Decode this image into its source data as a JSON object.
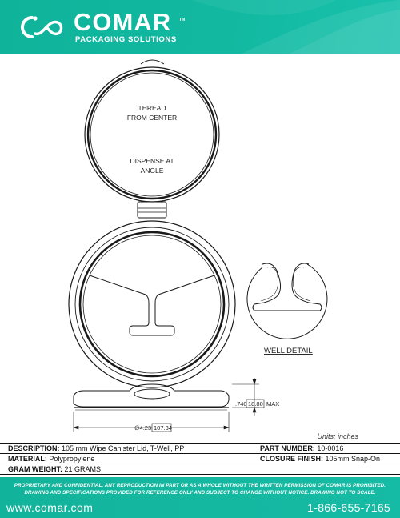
{
  "header": {
    "brand_name": "COMAR",
    "tagline": "PACKAGING SOLUTIONS",
    "trademark": "TM",
    "logo_icon": "infinity-loop-logo-icon",
    "brand_color": "#12b39b"
  },
  "drawing": {
    "lid_text_1": "THREAD",
    "lid_text_2": "FROM CENTER",
    "lid_text_3": "DISPENSE AT",
    "lid_text_4": "ANGLE",
    "well_detail_label": "WELL DETAIL",
    "dim_height": ".740",
    "dim_height_mm": "18.80",
    "dim_height_suffix": "MAX",
    "dim_diameter": "∅4.23",
    "dim_diameter_mm": "107.34"
  },
  "units_label": "Units: inches",
  "specs": [
    {
      "left_key": "DESCRIPTION:",
      "left_value": "105 mm Wipe Canister Lid, T-Well, PP",
      "right_key": "PART NUMBER:",
      "right_value": "10-0016"
    },
    {
      "left_key": "MATERIAL:",
      "left_value": "Polypropylene",
      "right_key": "CLOSURE FINISH:",
      "right_value": "105mm Snap-On"
    },
    {
      "left_key": "GRAM WEIGHT:",
      "left_value": "21 GRAMS",
      "right_key": "",
      "right_value": ""
    }
  ],
  "footer": {
    "disclaimer_line_1": "PROPRIETARY AND CONFIDENTIAL. ANY REPRODUCTION IN PART OR AS A WHOLE WITHOUT THE WRITTEN PERMISSION OF COMAR IS PROHIBITED.",
    "disclaimer_line_2": "DRAWING AND SPECIFICATIONS PROVIDED FOR REFERENCE ONLY AND SUBJECT TO CHANGE WITHOUT NOTICE. DRAWING NOT TO SCALE.",
    "website": "www.comar.com",
    "phone": "1-866-655-7165"
  }
}
